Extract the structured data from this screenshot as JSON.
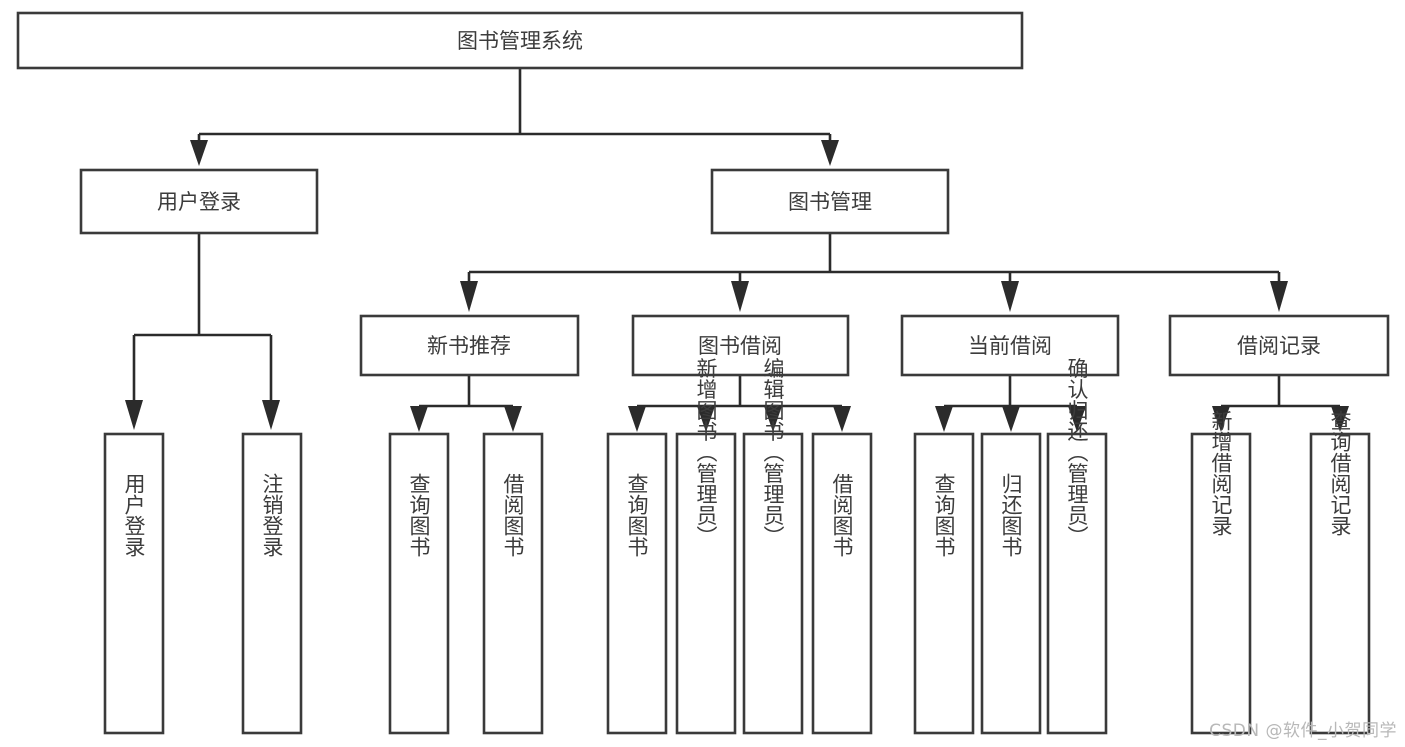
{
  "diagram": {
    "type": "tree-hierarchy-chart",
    "title": "图书管理系统",
    "orientation": "top-down",
    "colors": {
      "box_stroke": "#3a3a3a",
      "box_fill": "#ffffff",
      "connector": "#2b2b2b",
      "label_text": "#3c3c3c",
      "watermark": "#b8b8b8",
      "background": "#ffffff"
    },
    "root": {
      "label": "图书管理系统"
    },
    "level2": [
      {
        "label": "用户登录"
      },
      {
        "label": "图书管理"
      }
    ],
    "level3": [
      {
        "label": "新书推荐"
      },
      {
        "label": "图书借阅"
      },
      {
        "label": "当前借阅"
      },
      {
        "label": "借阅记录"
      }
    ],
    "leaves": {
      "user_login": [
        {
          "label": "用户登录"
        },
        {
          "label": "注销登录"
        }
      ],
      "new_book_recommend": [
        {
          "label": "查询图书"
        },
        {
          "label": "借阅图书"
        }
      ],
      "book_borrow": [
        {
          "label": "查询图书"
        },
        {
          "label": "新增图书（管理员）"
        },
        {
          "label": "编辑图书（管理员）"
        },
        {
          "label": "借阅图书"
        }
      ],
      "current_borrow": [
        {
          "label": "查询图书"
        },
        {
          "label": "归还图书"
        },
        {
          "label": "确认归还（管理员）"
        }
      ],
      "borrow_record": [
        {
          "label": "新增借阅记录"
        },
        {
          "label": "查询借阅记录"
        }
      ]
    },
    "watermark": "CSDN @软件_小贺同学"
  }
}
